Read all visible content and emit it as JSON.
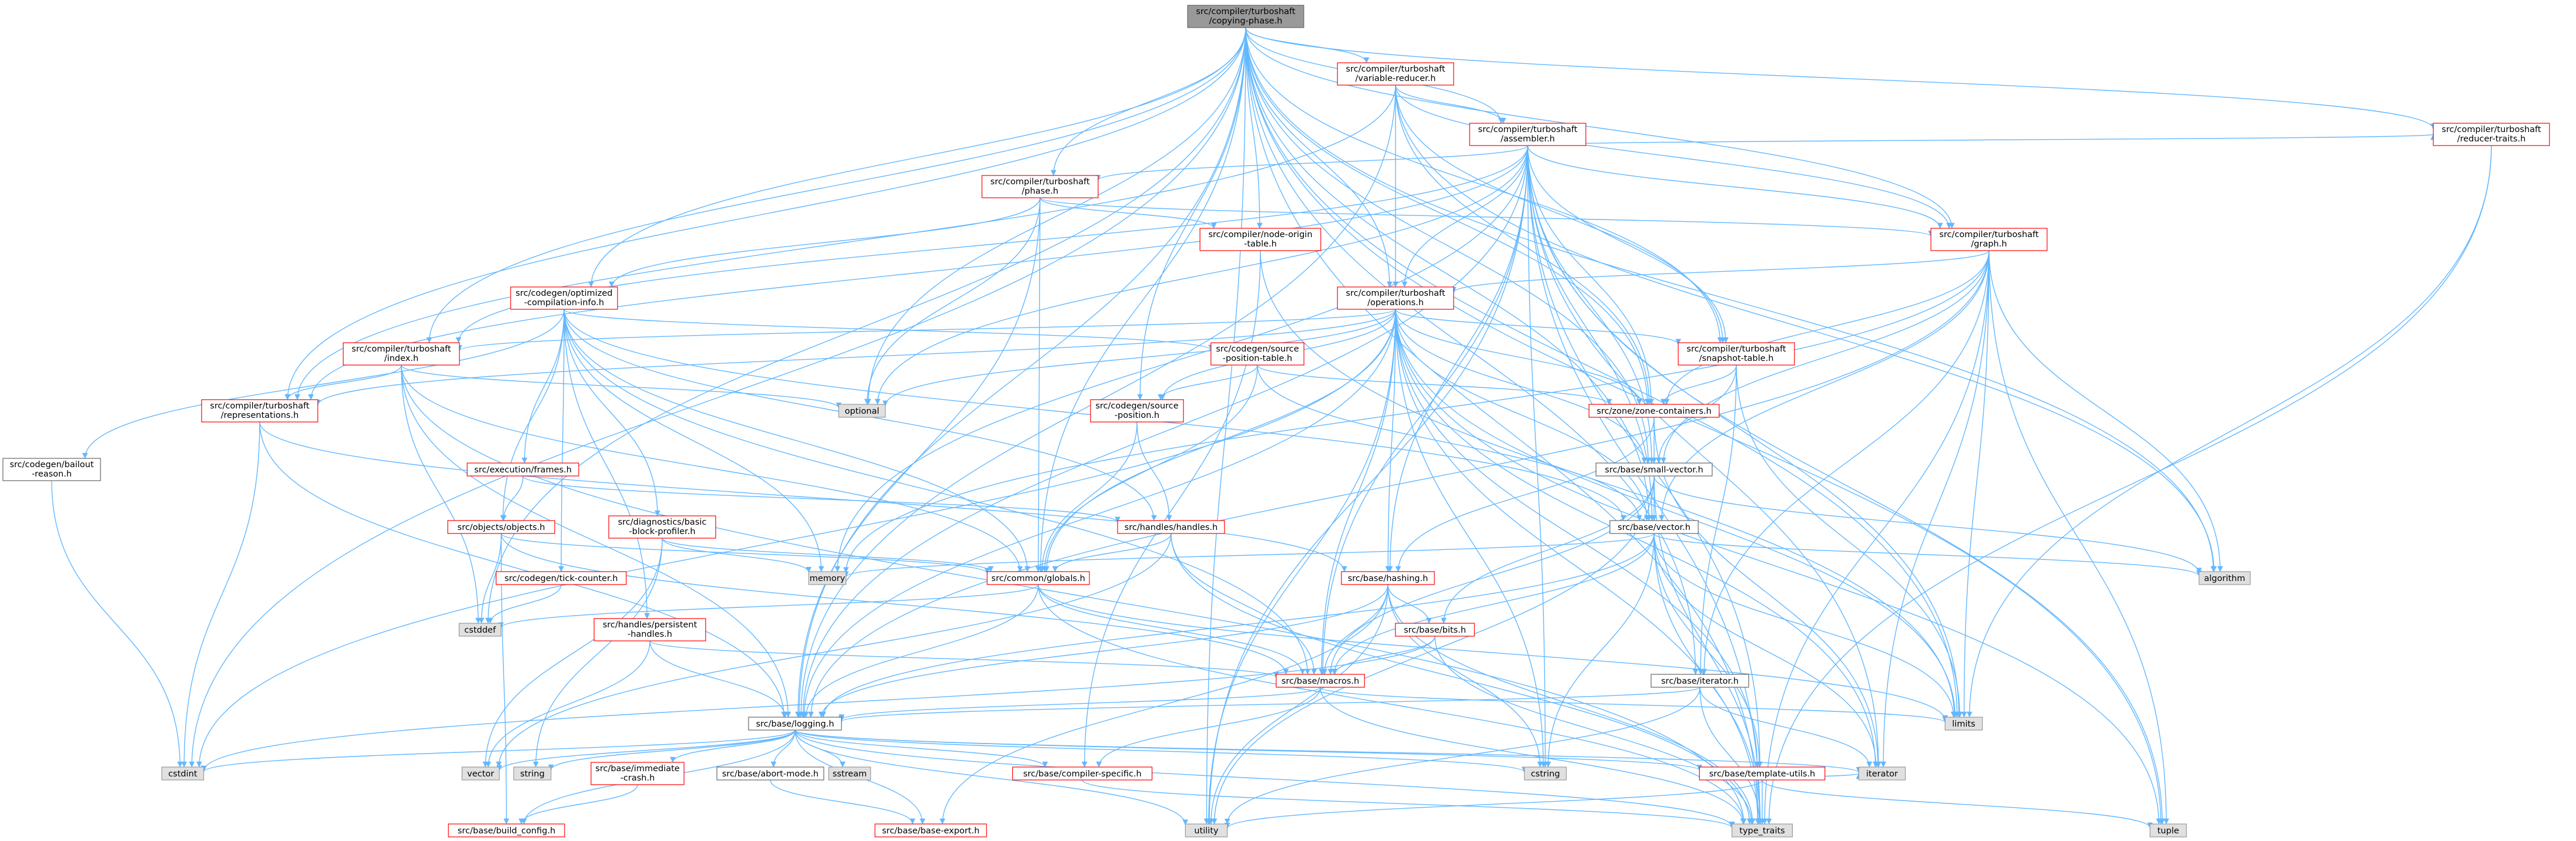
{
  "colors": {
    "edge": "#63b8ff",
    "root_fill": "#999999",
    "red_border": "#ff0000",
    "gray_border": "#999999",
    "gray_fill": "#e0e0e0",
    "black_border": "#666666",
    "node_fill": "#ffffff"
  },
  "nodes": [
    {
      "id": "root",
      "lines": [
        "src/compiler/turboshaft",
        "/copying-phase.h"
      ],
      "style": "root"
    },
    {
      "id": "vr",
      "lines": [
        "src/compiler/turboshaft",
        "/variable-reducer.h"
      ],
      "style": "red"
    },
    {
      "id": "asm",
      "lines": [
        "src/compiler/turboshaft",
        "/assembler.h"
      ],
      "style": "red"
    },
    {
      "id": "rtraits",
      "lines": [
        "src/compiler/turboshaft",
        "/reducer-traits.h"
      ],
      "style": "red"
    },
    {
      "id": "phase",
      "lines": [
        "src/compiler/turboshaft",
        "/phase.h"
      ],
      "style": "red"
    },
    {
      "id": "nodeorigin",
      "lines": [
        "src/compiler/node-origin",
        "-table.h"
      ],
      "style": "red"
    },
    {
      "id": "graph",
      "lines": [
        "src/compiler/turboshaft",
        "/graph.h"
      ],
      "style": "red"
    },
    {
      "id": "oci",
      "lines": [
        "src/codegen/optimized",
        "-compilation-info.h"
      ],
      "style": "red"
    },
    {
      "id": "ops",
      "lines": [
        "src/compiler/turboshaft",
        "/operations.h"
      ],
      "style": "red"
    },
    {
      "id": "index",
      "lines": [
        "src/compiler/turboshaft",
        "/index.h"
      ],
      "style": "red"
    },
    {
      "id": "spt",
      "lines": [
        "src/codegen/source",
        "-position-table.h"
      ],
      "style": "red"
    },
    {
      "id": "snapshot",
      "lines": [
        "src/compiler/turboshaft",
        "/snapshot-table.h"
      ],
      "style": "red"
    },
    {
      "id": "reps",
      "lines": [
        "src/compiler/turboshaft",
        "/representations.h"
      ],
      "style": "red"
    },
    {
      "id": "optional",
      "lines": [
        "optional"
      ],
      "style": "gray"
    },
    {
      "id": "srcpos",
      "lines": [
        "src/codegen/source",
        "-position.h"
      ],
      "style": "red"
    },
    {
      "id": "zone",
      "lines": [
        "src/zone/zone-containers.h"
      ],
      "style": "red"
    },
    {
      "id": "bailout",
      "lines": [
        "src/codegen/bailout",
        "-reason.h"
      ],
      "style": "black"
    },
    {
      "id": "frames",
      "lines": [
        "src/execution/frames.h"
      ],
      "style": "red"
    },
    {
      "id": "smallvec",
      "lines": [
        "src/base/small-vector.h"
      ],
      "style": "black"
    },
    {
      "id": "objects",
      "lines": [
        "src/objects/objects.h"
      ],
      "style": "red"
    },
    {
      "id": "dbbp",
      "lines": [
        "src/diagnostics/basic",
        "-block-profiler.h"
      ],
      "style": "red"
    },
    {
      "id": "handles",
      "lines": [
        "src/handles/handles.h"
      ],
      "style": "red"
    },
    {
      "id": "vector",
      "lines": [
        "src/base/vector.h"
      ],
      "style": "black"
    },
    {
      "id": "memory",
      "lines": [
        "memory"
      ],
      "style": "gray"
    },
    {
      "id": "globals",
      "lines": [
        "src/common/globals.h"
      ],
      "style": "red"
    },
    {
      "id": "hashing",
      "lines": [
        "src/base/hashing.h"
      ],
      "style": "red"
    },
    {
      "id": "algorithm",
      "lines": [
        "algorithm"
      ],
      "style": "gray"
    },
    {
      "id": "tick",
      "lines": [
        "src/codegen/tick-counter.h"
      ],
      "style": "red"
    },
    {
      "id": "cstddef",
      "lines": [
        "cstddef"
      ],
      "style": "gray"
    },
    {
      "id": "persistent",
      "lines": [
        "src/handles/persistent",
        "-handles.h"
      ],
      "style": "red"
    },
    {
      "id": "bits",
      "lines": [
        "src/base/bits.h"
      ],
      "style": "red"
    },
    {
      "id": "iterator_h",
      "lines": [
        "src/base/iterator.h"
      ],
      "style": "black"
    },
    {
      "id": "macros",
      "lines": [
        "src/base/macros.h"
      ],
      "style": "red"
    },
    {
      "id": "limits",
      "lines": [
        "limits"
      ],
      "style": "gray"
    },
    {
      "id": "logging",
      "lines": [
        "src/base/logging.h"
      ],
      "style": "black"
    },
    {
      "id": "cstdint",
      "lines": [
        "cstdint"
      ],
      "style": "gray"
    },
    {
      "id": "vectorstd",
      "lines": [
        "vector"
      ],
      "style": "gray"
    },
    {
      "id": "string",
      "lines": [
        "string"
      ],
      "style": "gray"
    },
    {
      "id": "immediate",
      "lines": [
        "src/base/immediate",
        "-crash.h"
      ],
      "style": "red"
    },
    {
      "id": "abort",
      "lines": [
        "src/base/abort-mode.h"
      ],
      "style": "black"
    },
    {
      "id": "sstream",
      "lines": [
        "sstream"
      ],
      "style": "gray"
    },
    {
      "id": "compspec",
      "lines": [
        "src/base/compiler-specific.h"
      ],
      "style": "red"
    },
    {
      "id": "cstring",
      "lines": [
        "cstring"
      ],
      "style": "gray"
    },
    {
      "id": "tmpl",
      "lines": [
        "src/base/template-utils.h"
      ],
      "style": "red"
    },
    {
      "id": "iterator",
      "lines": [
        "iterator"
      ],
      "style": "gray"
    },
    {
      "id": "buildcfg",
      "lines": [
        "src/base/build_config.h"
      ],
      "style": "red"
    },
    {
      "id": "baseexport",
      "lines": [
        "src/base/base-export.h"
      ],
      "style": "red"
    },
    {
      "id": "utility",
      "lines": [
        "utility"
      ],
      "style": "gray"
    },
    {
      "id": "typetraits",
      "lines": [
        "type_traits"
      ],
      "style": "gray"
    },
    {
      "id": "tuple",
      "lines": [
        "tuple"
      ],
      "style": "gray"
    }
  ],
  "edges": [
    [
      "root",
      "vr"
    ],
    [
      "root",
      "asm"
    ],
    [
      "root",
      "rtraits"
    ],
    [
      "root",
      "phase"
    ],
    [
      "root",
      "nodeorigin"
    ],
    [
      "root",
      "graph"
    ],
    [
      "root",
      "oci"
    ],
    [
      "root",
      "ops"
    ],
    [
      "root",
      "index"
    ],
    [
      "root",
      "snapshot"
    ],
    [
      "root",
      "reps"
    ],
    [
      "root",
      "optional"
    ],
    [
      "root",
      "srcpos"
    ],
    [
      "root",
      "zone"
    ],
    [
      "root",
      "smallvec"
    ],
    [
      "root",
      "vector"
    ],
    [
      "root",
      "globals"
    ],
    [
      "root",
      "algorithm"
    ],
    [
      "root",
      "cstddef"
    ],
    [
      "root",
      "iterator_h"
    ],
    [
      "root",
      "logging"
    ],
    [
      "root",
      "cstdint"
    ],
    [
      "root",
      "utility"
    ],
    [
      "root",
      "tuple"
    ],
    [
      "root",
      "typetraits"
    ],
    [
      "root",
      "limits"
    ],
    [
      "vr",
      "asm"
    ],
    [
      "vr",
      "ops"
    ],
    [
      "vr",
      "graph"
    ],
    [
      "vr",
      "snapshot"
    ],
    [
      "vr",
      "reps"
    ],
    [
      "vr",
      "zone"
    ],
    [
      "vr",
      "logging"
    ],
    [
      "vr",
      "algorithm"
    ],
    [
      "asm",
      "phase"
    ],
    [
      "asm",
      "graph"
    ],
    [
      "asm",
      "ops"
    ],
    [
      "asm",
      "rtraits"
    ],
    [
      "asm",
      "snapshot"
    ],
    [
      "asm",
      "index"
    ],
    [
      "asm",
      "reps"
    ],
    [
      "asm",
      "optional"
    ],
    [
      "asm",
      "memory"
    ],
    [
      "asm",
      "logging"
    ],
    [
      "asm",
      "macros"
    ],
    [
      "asm",
      "cstring"
    ],
    [
      "asm",
      "iterator"
    ],
    [
      "asm",
      "limits"
    ],
    [
      "asm",
      "tmpl"
    ],
    [
      "asm",
      "smallvec"
    ],
    [
      "asm",
      "vector"
    ],
    [
      "asm",
      "zone"
    ],
    [
      "asm",
      "utility"
    ],
    [
      "asm",
      "typetraits"
    ],
    [
      "asm",
      "tuple"
    ],
    [
      "asm",
      "hashing"
    ],
    [
      "rtraits",
      "limits"
    ],
    [
      "rtraits",
      "typetraits"
    ],
    [
      "phase",
      "nodeorigin"
    ],
    [
      "phase",
      "oci"
    ],
    [
      "phase",
      "graph"
    ],
    [
      "phase",
      "optional"
    ],
    [
      "phase",
      "globals"
    ],
    [
      "phase",
      "logging"
    ],
    [
      "nodeorigin",
      "compspec"
    ],
    [
      "nodeorigin",
      "limits"
    ],
    [
      "graph",
      "ops"
    ],
    [
      "graph",
      "smallvec"
    ],
    [
      "graph",
      "vector"
    ],
    [
      "graph",
      "zone"
    ],
    [
      "graph",
      "iterator_h"
    ],
    [
      "graph",
      "limits"
    ],
    [
      "graph",
      "memory"
    ],
    [
      "graph",
      "algorithm"
    ],
    [
      "graph",
      "typetraits"
    ],
    [
      "graph",
      "tuple"
    ],
    [
      "graph",
      "logging"
    ],
    [
      "graph",
      "iterator"
    ],
    [
      "oci",
      "spt"
    ],
    [
      "oci",
      "frames"
    ],
    [
      "oci",
      "objects"
    ],
    [
      "oci",
      "dbbp"
    ],
    [
      "oci",
      "handles"
    ],
    [
      "oci",
      "tick"
    ],
    [
      "oci",
      "bailout"
    ],
    [
      "oci",
      "persistent"
    ],
    [
      "oci",
      "globals"
    ],
    [
      "oci",
      "vector"
    ],
    [
      "oci",
      "memory"
    ],
    [
      "oci",
      "macros"
    ],
    [
      "ops",
      "index"
    ],
    [
      "ops",
      "reps"
    ],
    [
      "ops",
      "srcpos"
    ],
    [
      "ops",
      "zone"
    ],
    [
      "ops",
      "smallvec"
    ],
    [
      "ops",
      "vector"
    ],
    [
      "ops",
      "globals"
    ],
    [
      "ops",
      "logging"
    ],
    [
      "ops",
      "macros"
    ],
    [
      "ops",
      "hashing"
    ],
    [
      "ops",
      "tmpl"
    ],
    [
      "ops",
      "cstring"
    ],
    [
      "ops",
      "limits"
    ],
    [
      "ops",
      "optional"
    ],
    [
      "ops",
      "tuple"
    ],
    [
      "ops",
      "typetraits"
    ],
    [
      "ops",
      "utility"
    ],
    [
      "ops",
      "cstdint"
    ],
    [
      "ops",
      "snapshot"
    ],
    [
      "ops",
      "iterator"
    ],
    [
      "index",
      "reps"
    ],
    [
      "index",
      "globals"
    ],
    [
      "index",
      "logging"
    ],
    [
      "index",
      "cstddef"
    ],
    [
      "index",
      "optional"
    ],
    [
      "index",
      "typetraits"
    ],
    [
      "spt",
      "srcpos"
    ],
    [
      "spt",
      "globals"
    ],
    [
      "spt",
      "vector"
    ],
    [
      "spt",
      "zone"
    ],
    [
      "snapshot",
      "smallvec"
    ],
    [
      "snapshot",
      "zone"
    ],
    [
      "snapshot",
      "iterator_h"
    ],
    [
      "snapshot",
      "limits"
    ],
    [
      "reps",
      "hashing"
    ],
    [
      "reps",
      "logging"
    ],
    [
      "reps",
      "cstdint"
    ],
    [
      "srcpos",
      "globals"
    ],
    [
      "srcpos",
      "handles"
    ],
    [
      "zone",
      "smallvec"
    ],
    [
      "zone",
      "hashing"
    ],
    [
      "zone",
      "iterator"
    ],
    [
      "bailout",
      "cstdint"
    ],
    [
      "frames",
      "objects"
    ],
    [
      "frames",
      "handles"
    ],
    [
      "smallvec",
      "vector"
    ],
    [
      "smallvec",
      "bits"
    ],
    [
      "smallvec",
      "macros"
    ],
    [
      "smallvec",
      "algorithm"
    ],
    [
      "smallvec",
      "utility"
    ],
    [
      "smallvec",
      "typetraits"
    ],
    [
      "objects",
      "globals"
    ],
    [
      "objects",
      "cstddef"
    ],
    [
      "objects",
      "buildcfg"
    ],
    [
      "objects",
      "macros"
    ],
    [
      "dbbp",
      "globals"
    ],
    [
      "dbbp",
      "memory"
    ],
    [
      "dbbp",
      "vectorstd"
    ],
    [
      "dbbp",
      "string"
    ],
    [
      "handles",
      "globals"
    ],
    [
      "handles",
      "macros"
    ],
    [
      "handles",
      "typetraits"
    ],
    [
      "handles",
      "vectorstd"
    ],
    [
      "vector",
      "memory"
    ],
    [
      "vector",
      "algorithm"
    ],
    [
      "vector",
      "cstring"
    ],
    [
      "vector",
      "iterator"
    ],
    [
      "vector",
      "limits"
    ],
    [
      "vector",
      "typetraits"
    ],
    [
      "vector",
      "logging"
    ],
    [
      "vector",
      "macros"
    ],
    [
      "vector",
      "tmpl"
    ],
    [
      "globals",
      "cstddef"
    ],
    [
      "globals",
      "limits"
    ],
    [
      "globals",
      "logging"
    ],
    [
      "globals",
      "macros"
    ],
    [
      "globals",
      "typetraits"
    ],
    [
      "hashing",
      "bits"
    ],
    [
      "hashing",
      "macros"
    ],
    [
      "hashing",
      "logging"
    ],
    [
      "hashing",
      "cstring"
    ],
    [
      "hashing",
      "utility"
    ],
    [
      "hashing",
      "typetraits"
    ],
    [
      "hashing",
      "baseexport"
    ],
    [
      "tick",
      "cstddef"
    ],
    [
      "persistent",
      "logging"
    ],
    [
      "persistent",
      "vectorstd"
    ],
    [
      "persistent",
      "macros"
    ],
    [
      "bits",
      "macros"
    ],
    [
      "bits",
      "typetraits"
    ],
    [
      "bits",
      "cstdint"
    ],
    [
      "iterator_h",
      "iterator"
    ],
    [
      "iterator_h",
      "typetraits"
    ],
    [
      "iterator_h",
      "utility"
    ],
    [
      "iterator_h",
      "logging"
    ],
    [
      "macros",
      "limits"
    ],
    [
      "macros",
      "typetraits"
    ],
    [
      "macros",
      "logging"
    ],
    [
      "macros",
      "compspec"
    ],
    [
      "logging",
      "cstdint"
    ],
    [
      "logging",
      "vectorstd"
    ],
    [
      "logging",
      "string"
    ],
    [
      "logging",
      "immediate"
    ],
    [
      "logging",
      "abort"
    ],
    [
      "logging",
      "sstream"
    ],
    [
      "logging",
      "compspec"
    ],
    [
      "logging",
      "cstring"
    ],
    [
      "logging",
      "tmpl"
    ],
    [
      "logging",
      "iterator"
    ],
    [
      "logging",
      "buildcfg"
    ],
    [
      "logging",
      "baseexport"
    ],
    [
      "logging",
      "utility"
    ],
    [
      "logging",
      "typetraits"
    ],
    [
      "immediate",
      "buildcfg"
    ],
    [
      "abort",
      "baseexport"
    ],
    [
      "compspec",
      "typetraits"
    ],
    [
      "tmpl",
      "tuple"
    ],
    [
      "tmpl",
      "typetraits"
    ],
    [
      "tmpl",
      "utility"
    ],
    [
      "tmpl",
      "iterator"
    ]
  ]
}
